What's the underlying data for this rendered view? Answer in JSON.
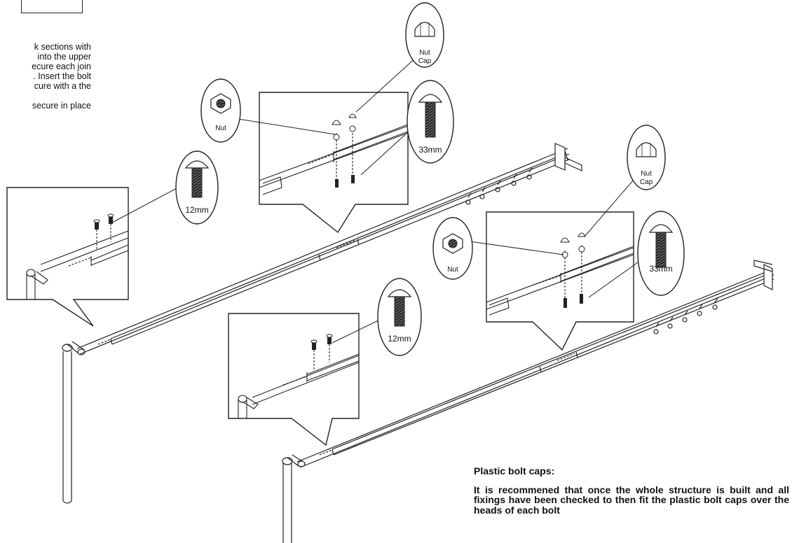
{
  "instructions": {
    "lines": [
      "k sections with",
      "into the upper",
      "ecure each join",
      ". Insert the bolt",
      "cure with a the",
      "",
      "secure in place"
    ]
  },
  "callouts": {
    "nut_label": "Nut",
    "nut_cap_line1": "Nut",
    "nut_cap_line2": "Cap",
    "bolt_long": "33mm",
    "bolt_short": "12mm"
  },
  "note": {
    "heading": "Plastic bolt caps:",
    "body": "It is recommened that once the whole structure is built and all fixings have been checked to then fit the plastic bolt caps over the heads of each bolt"
  }
}
